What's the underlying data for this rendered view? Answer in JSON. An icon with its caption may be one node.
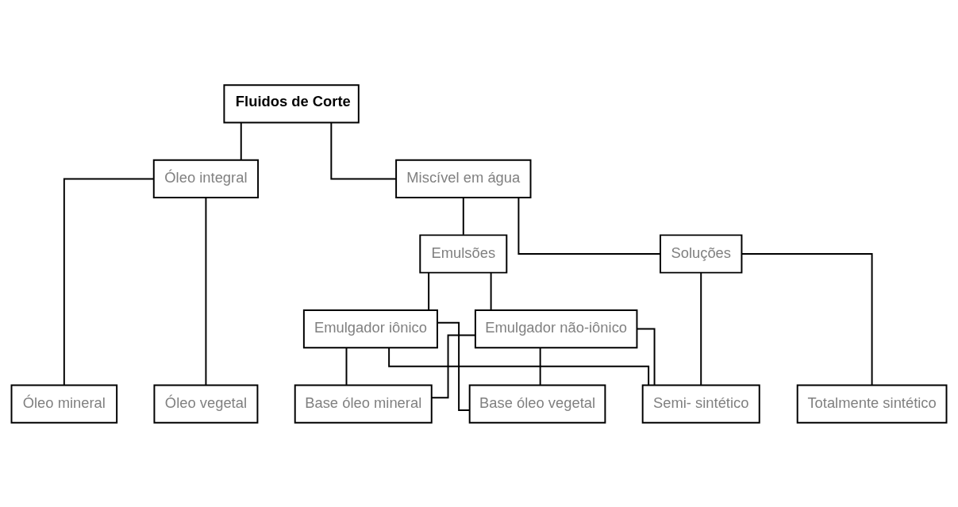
{
  "diagram": {
    "nodes": [
      {
        "text": [
          "Fluidos de Corte"
        ]
      },
      {
        "text": [
          "Óleo integral"
        ]
      },
      {
        "text": [
          "Miscível em água"
        ]
      },
      {
        "text": [
          "Emulsões"
        ]
      },
      {
        "text": [
          "Soluções"
        ]
      },
      {
        "text": [
          "Emulgador iônico"
        ]
      },
      {
        "text": [
          "Emulgador não-iônico"
        ]
      },
      {
        "text": [
          "Óleo mineral"
        ]
      },
      {
        "text": [
          "Óleo vegetal"
        ]
      },
      {
        "text": [
          "Base óleo mineral"
        ]
      },
      {
        "text": [
          "Base óleo vegetal"
        ]
      },
      {
        "text": [
          "Semi- sintético"
        ]
      },
      {
        "text": [
          "Totalmente sintético"
        ]
      }
    ],
    "edges": [
      {
        "from": 0,
        "to": 1,
        "arrow": "none"
      },
      {
        "from": 0,
        "to": 2,
        "arrow": "none"
      },
      {
        "from": 1,
        "to": 7,
        "arrow": "none"
      },
      {
        "from": 1,
        "to": 8,
        "arrow": "none"
      },
      {
        "from": 2,
        "to": 3,
        "arrow": "none"
      },
      {
        "from": 2,
        "to": 4,
        "arrow": "none"
      },
      {
        "from": 3,
        "to": 5,
        "arrow": "none"
      },
      {
        "from": 3,
        "to": 6,
        "arrow": "none"
      },
      {
        "from": 5,
        "to": 9,
        "arrow": "none"
      },
      {
        "from": 5,
        "to": 10,
        "arrow": "none"
      },
      {
        "from": 5,
        "to": 11,
        "arrow": "none"
      },
      {
        "from": 6,
        "to": 9,
        "arrow": "none"
      },
      {
        "from": 6,
        "to": 10,
        "arrow": "none"
      },
      {
        "from": 6,
        "to": 11,
        "arrow": "none"
      },
      {
        "from": 4,
        "to": 11,
        "arrow": "none"
      },
      {
        "from": 4,
        "to": 12,
        "arrow": "none"
      }
    ]
  }
}
